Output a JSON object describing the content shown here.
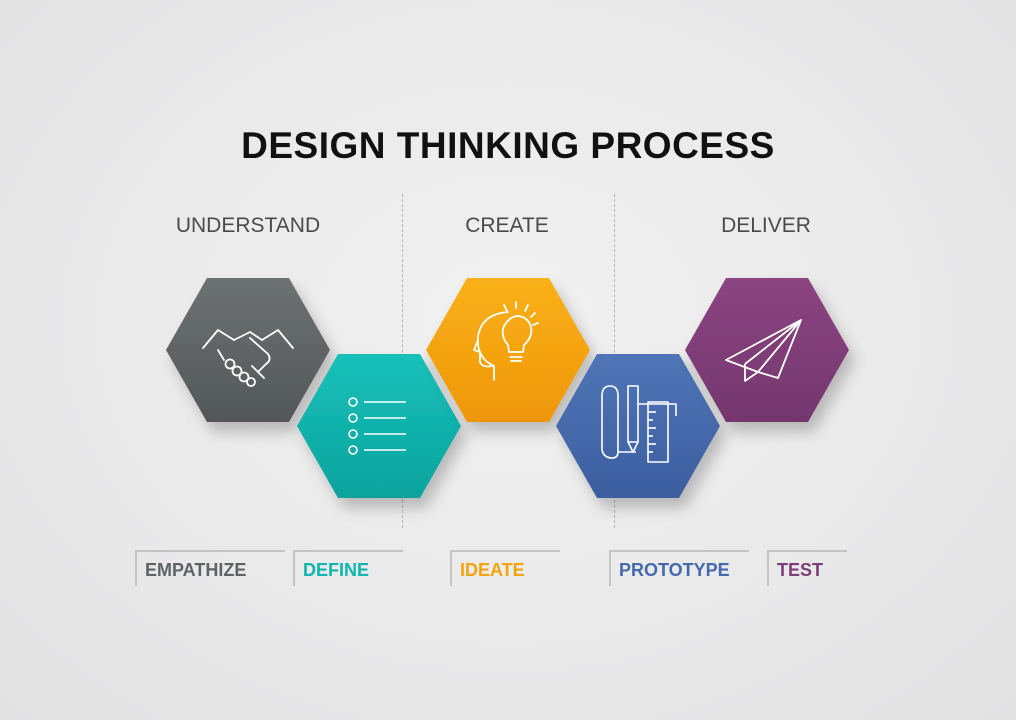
{
  "title": "DESIGN THINKING PROCESS",
  "phases": [
    {
      "label": "UNDERSTAND"
    },
    {
      "label": "CREATE"
    },
    {
      "label": "DELIVER"
    }
  ],
  "steps": [
    {
      "label": "EMPATHIZE",
      "color": "#5f6364",
      "icon": "handshake-icon"
    },
    {
      "label": "DEFINE",
      "color": "#0fb5ae",
      "icon": "checklist-icon"
    },
    {
      "label": "IDEATE",
      "color": "#f5a30a",
      "icon": "head-lightbulb-icon"
    },
    {
      "label": "PROTOTYPE",
      "color": "#4569ac",
      "icon": "blueprint-ruler-icon"
    },
    {
      "label": "TEST",
      "color": "#7f3d77",
      "icon": "paper-plane-icon"
    }
  ]
}
